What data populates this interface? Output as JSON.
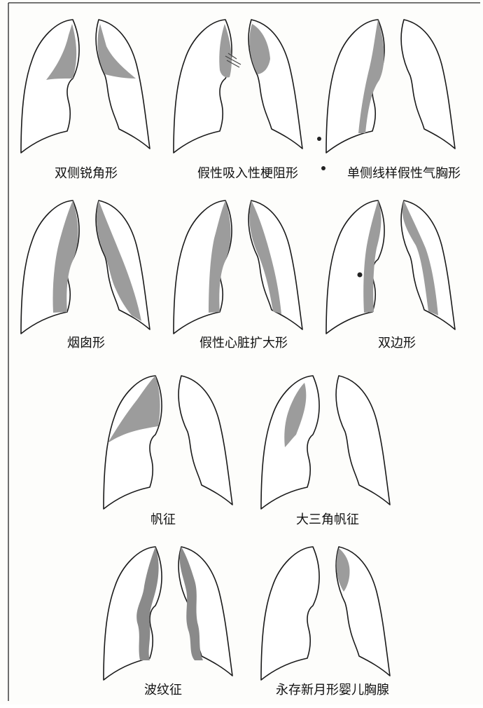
{
  "figure": {
    "shade_color": "#9c9c9c",
    "outline_color": "#1a1a1a",
    "panels": [
      {
        "label": "双侧锐角形"
      },
      {
        "label": "假性吸入性梗阻形"
      },
      {
        "label": "单侧线样假性气胸形"
      },
      {
        "label": "烟囱形"
      },
      {
        "label": "假性心脏扩大形"
      },
      {
        "label": "双边形"
      },
      {
        "label": "帆征"
      },
      {
        "label": "大三角帆征"
      },
      {
        "label": "波纹征"
      },
      {
        "label": "永存新月形婴儿胸腺"
      }
    ]
  }
}
